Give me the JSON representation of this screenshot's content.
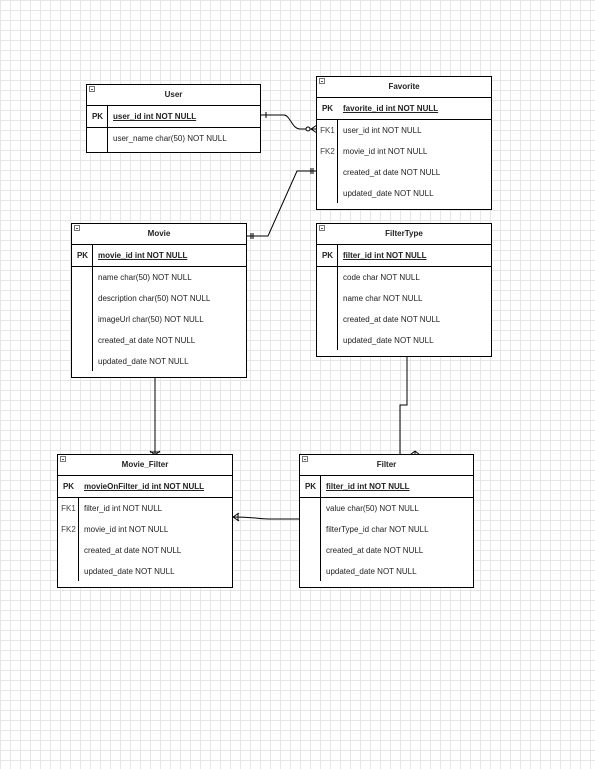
{
  "entities": {
    "user": {
      "title": "User",
      "pk": {
        "key": "PK",
        "field": "user_id int NOT NULL"
      },
      "fields": [
        {
          "key": "",
          "field": "user_name char(50) NOT NULL"
        }
      ]
    },
    "favorite": {
      "title": "Favorite",
      "pk": {
        "key": "PK",
        "field": "favorite_id int NOT NULL"
      },
      "fields": [
        {
          "key": "FK1",
          "field": "user_id int NOT NULL"
        },
        {
          "key": "FK2",
          "field": "movie_id int NOT NULL"
        },
        {
          "key": "",
          "field": "created_at date NOT NULL"
        },
        {
          "key": "",
          "field": "updated_date NOT NULL"
        }
      ]
    },
    "movie": {
      "title": "Movie",
      "pk": {
        "key": "PK",
        "field": "movie_id int NOT NULL"
      },
      "fields": [
        {
          "key": "",
          "field": "name char(50) NOT NULL"
        },
        {
          "key": "",
          "field": "description char(50) NOT NULL"
        },
        {
          "key": "",
          "field": "imageUrl char(50) NOT NULL"
        },
        {
          "key": "",
          "field": "created_at date NOT NULL"
        },
        {
          "key": "",
          "field": "updated_date NOT NULL"
        }
      ]
    },
    "filtertype": {
      "title": "FilterType",
      "pk": {
        "key": "PK",
        "field": "filter_id int NOT NULL"
      },
      "fields": [
        {
          "key": "",
          "field": "code char NOT NULL"
        },
        {
          "key": "",
          "field": "name char NOT NULL"
        },
        {
          "key": "",
          "field": "created_at date NOT NULL"
        },
        {
          "key": "",
          "field": "updated_date NOT NULL"
        }
      ]
    },
    "movie_filter": {
      "title": "Movie_Filter",
      "pk": {
        "key": "PK",
        "field": "movieOnFilter_id int NOT NULL"
      },
      "fields": [
        {
          "key": "FK1",
          "field": "filter_id int NOT NULL"
        },
        {
          "key": "FK2",
          "field": "movie_id int NOT NULL"
        },
        {
          "key": "",
          "field": "created_at date NOT NULL"
        },
        {
          "key": "",
          "field": "updated_date NOT NULL"
        }
      ]
    },
    "filter": {
      "title": "Filter",
      "pk": {
        "key": "PK",
        "field": "filter_id int NOT NULL"
      },
      "fields": [
        {
          "key": "",
          "field": "value char(50) NOT NULL"
        },
        {
          "key": "",
          "field": "filterType_id char NOT NULL"
        },
        {
          "key": "",
          "field": "created_at date NOT NULL"
        },
        {
          "key": "",
          "field": "updated_date NOT NULL"
        }
      ]
    }
  }
}
